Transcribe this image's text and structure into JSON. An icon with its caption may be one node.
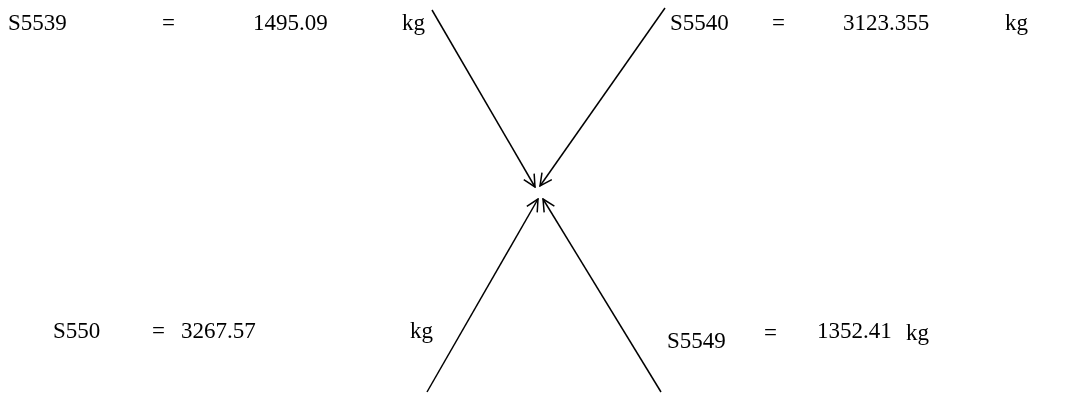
{
  "diagram": {
    "labels": [
      "S5539",
      "=",
      "1495.09",
      "kg",
      "S5540",
      "=",
      "3123.355",
      "kg",
      "S550",
      "=",
      "3267.57",
      "kg",
      "S5549",
      "=",
      "1352.41",
      "kg"
    ]
  }
}
